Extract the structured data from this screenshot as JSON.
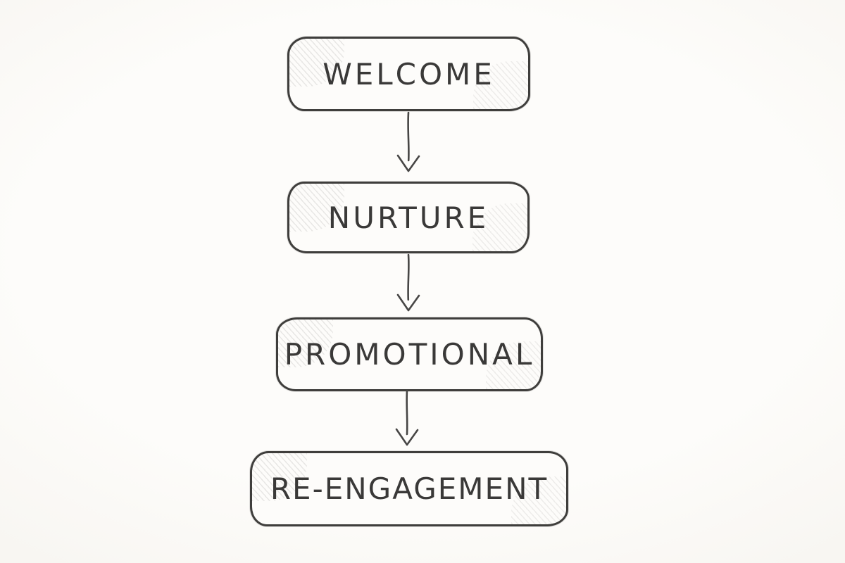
{
  "diagram": {
    "type": "flowchart",
    "direction": "top-down",
    "appearance": "hand-drawn pencil sketch on off-white paper",
    "nodes": [
      {
        "id": "welcome",
        "label": "WELCOME"
      },
      {
        "id": "nurture",
        "label": "NURTURE"
      },
      {
        "id": "promotional",
        "label": "PROMOTIONAL"
      },
      {
        "id": "re-engagement",
        "label": "RE-ENGAGEMENT"
      }
    ],
    "edges": [
      {
        "from": "welcome",
        "to": "nurture"
      },
      {
        "from": "nurture",
        "to": "promotional"
      },
      {
        "from": "promotional",
        "to": "re-engagement"
      }
    ],
    "style": {
      "ink_color": "#3f3e3c",
      "background_color": "#fdfcfa",
      "vignette_color": "#efede7",
      "node_fill": "#fdfcfa"
    }
  }
}
